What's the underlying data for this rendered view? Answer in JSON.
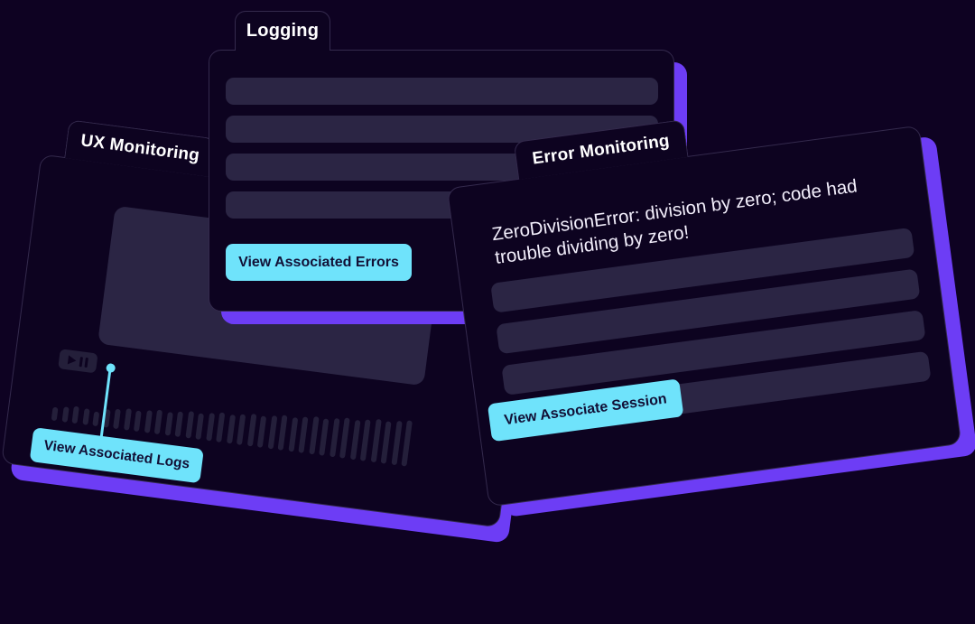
{
  "colors": {
    "page_background": "#0e0222",
    "card_background": "#0d0320",
    "card_border": "#342a4d",
    "shadow_purple": "#6d3df5",
    "accent_cyan": "#6fe3fb",
    "bar_fill": "#2b2544",
    "button_text": "#121036",
    "text_primary": "#ffffff"
  },
  "cards": {
    "logging": {
      "tab_label": "Logging",
      "placeholder_rows": 4,
      "button_label": "View Associated Errors"
    },
    "ux_monitoring": {
      "tab_label": "UX Monitoring",
      "button_label": "View Associated Logs",
      "media_icons": {
        "play": "play-icon",
        "pause": "pause-icon"
      },
      "waveform_bar_count": 35,
      "waveform_heights": [
        15,
        17,
        19,
        18,
        16,
        20,
        22,
        24,
        23,
        25,
        27,
        26,
        28,
        30,
        29,
        31,
        33,
        32,
        34,
        36,
        35,
        37,
        39,
        38,
        40,
        42,
        41,
        43,
        45,
        44,
        46,
        48,
        47,
        49,
        51
      ],
      "playhead_position_label": "playhead"
    },
    "error_monitoring": {
      "tab_label": "Error Monitoring",
      "message": "ZeroDivisionError: division by zero; code had trouble dividing by zero!",
      "placeholder_rows": 4,
      "button_label": "View Associate Session"
    }
  }
}
